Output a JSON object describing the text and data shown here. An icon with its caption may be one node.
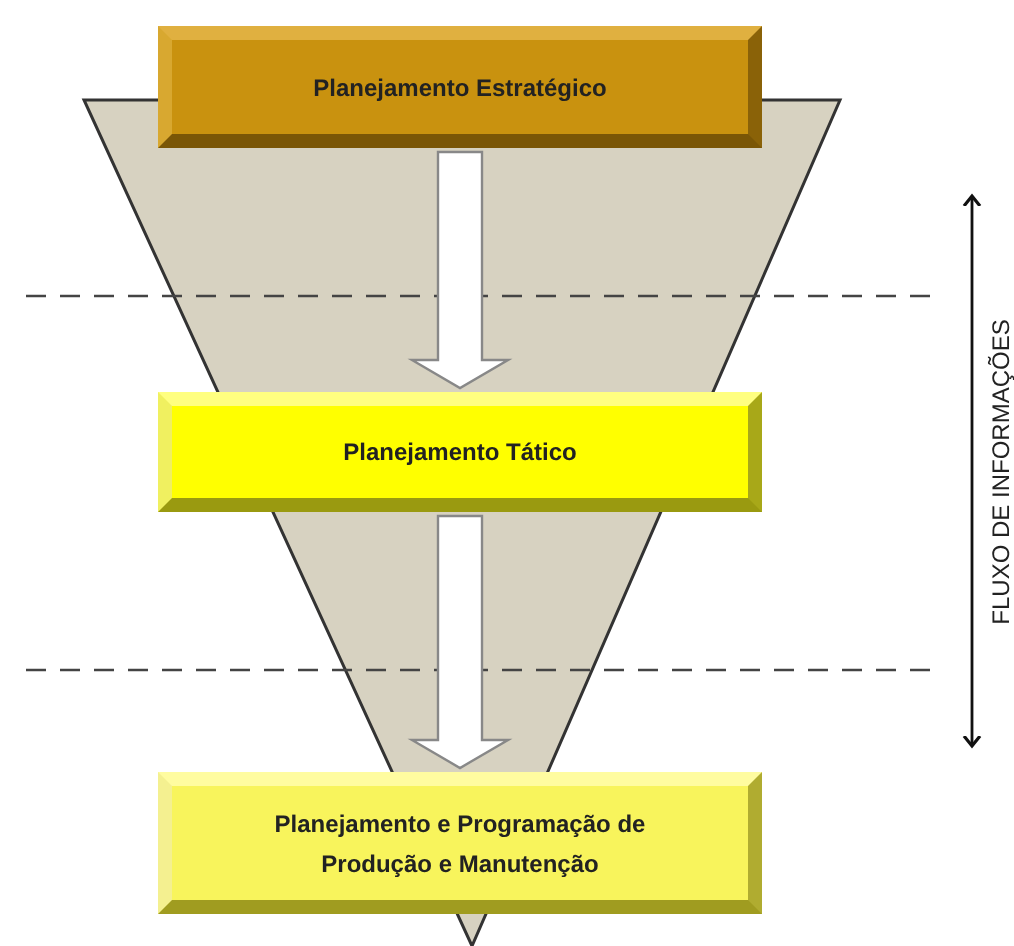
{
  "diagram": {
    "nodes": [
      {
        "text": [
          "Planejamento Estratégico"
        ]
      },
      {
        "text": [
          "Planejamento Tático"
        ]
      },
      {
        "text": [
          "Planejamento e Programação de Produção e Manutenção"
        ]
      }
    ],
    "edges": [
      {
        "from": 0,
        "to": 1,
        "arrow": "to"
      },
      {
        "from": 1,
        "to": 2,
        "arrow": "to"
      }
    ],
    "labels": [
      "FLUXO DE INFORMAÇÕES"
    ]
  }
}
